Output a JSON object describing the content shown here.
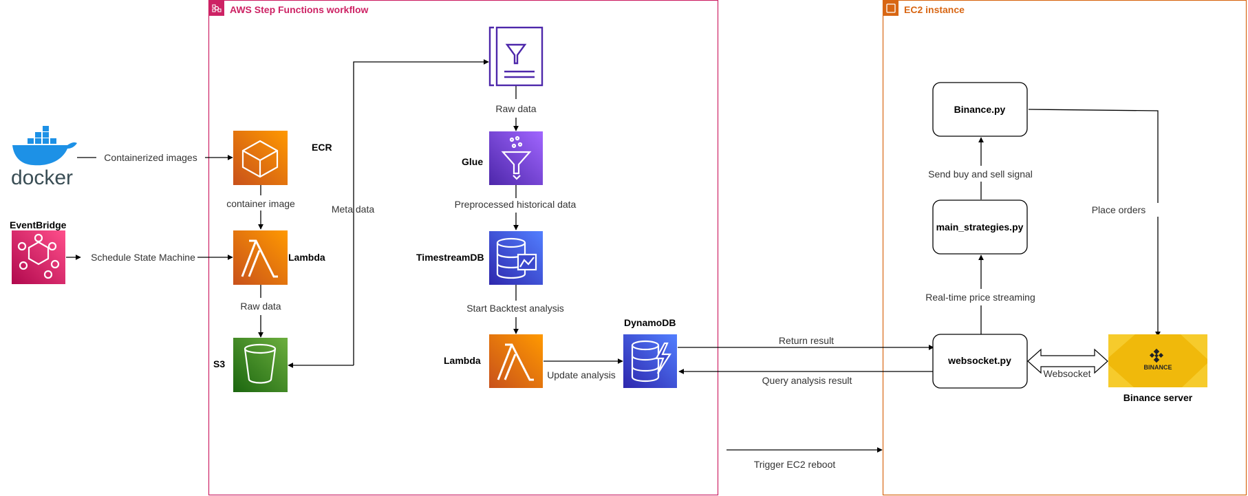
{
  "groups": {
    "step_functions": "AWS Step Functions workflow",
    "ec2": "EC2 instance"
  },
  "nodes": {
    "docker": "docker",
    "eventbridge": "EventBridge",
    "ecr": "ECR",
    "lambda_1": "Lambda",
    "s3": "S3",
    "glue": "Glue",
    "timestream": "TimestreamDB",
    "lambda_2": "Lambda",
    "dynamodb": "DynamoDB",
    "binance_py": "Binance.py",
    "main_strategies": "main_strategies.py",
    "websocket_py": "websocket.py",
    "binance_server_logo": "BINANCE",
    "binance_server": "Binance  server"
  },
  "edges": {
    "containerized_images": "Containerized images",
    "schedule_state_machine": "Schedule State Machine",
    "container_image": "container image",
    "raw_data_lambda": "Raw data",
    "meta_data": "Meta data",
    "raw_data_catalog": "Raw data",
    "preprocessed": "Preprocessed historical data",
    "start_backtest": "Start Backtest analysis",
    "update_analysis": "Update analysis",
    "return_result": "Return result",
    "query_analysis": "Query analysis result",
    "trigger_reboot": "Trigger EC2 reboot",
    "send_signal": "Send buy and sell signal",
    "realtime_streaming": "Real-time price streaming",
    "place_orders": "Place orders",
    "websocket": "Websocket"
  },
  "colors": {
    "step_functions": "#cd2264",
    "ec2": "#d86613",
    "compute": "#e7700d",
    "storage": "#3f8624",
    "analytics": "#7b3be0",
    "database": "#3b48cc",
    "docker": "#2496ed",
    "binance": "#f0b90b"
  }
}
